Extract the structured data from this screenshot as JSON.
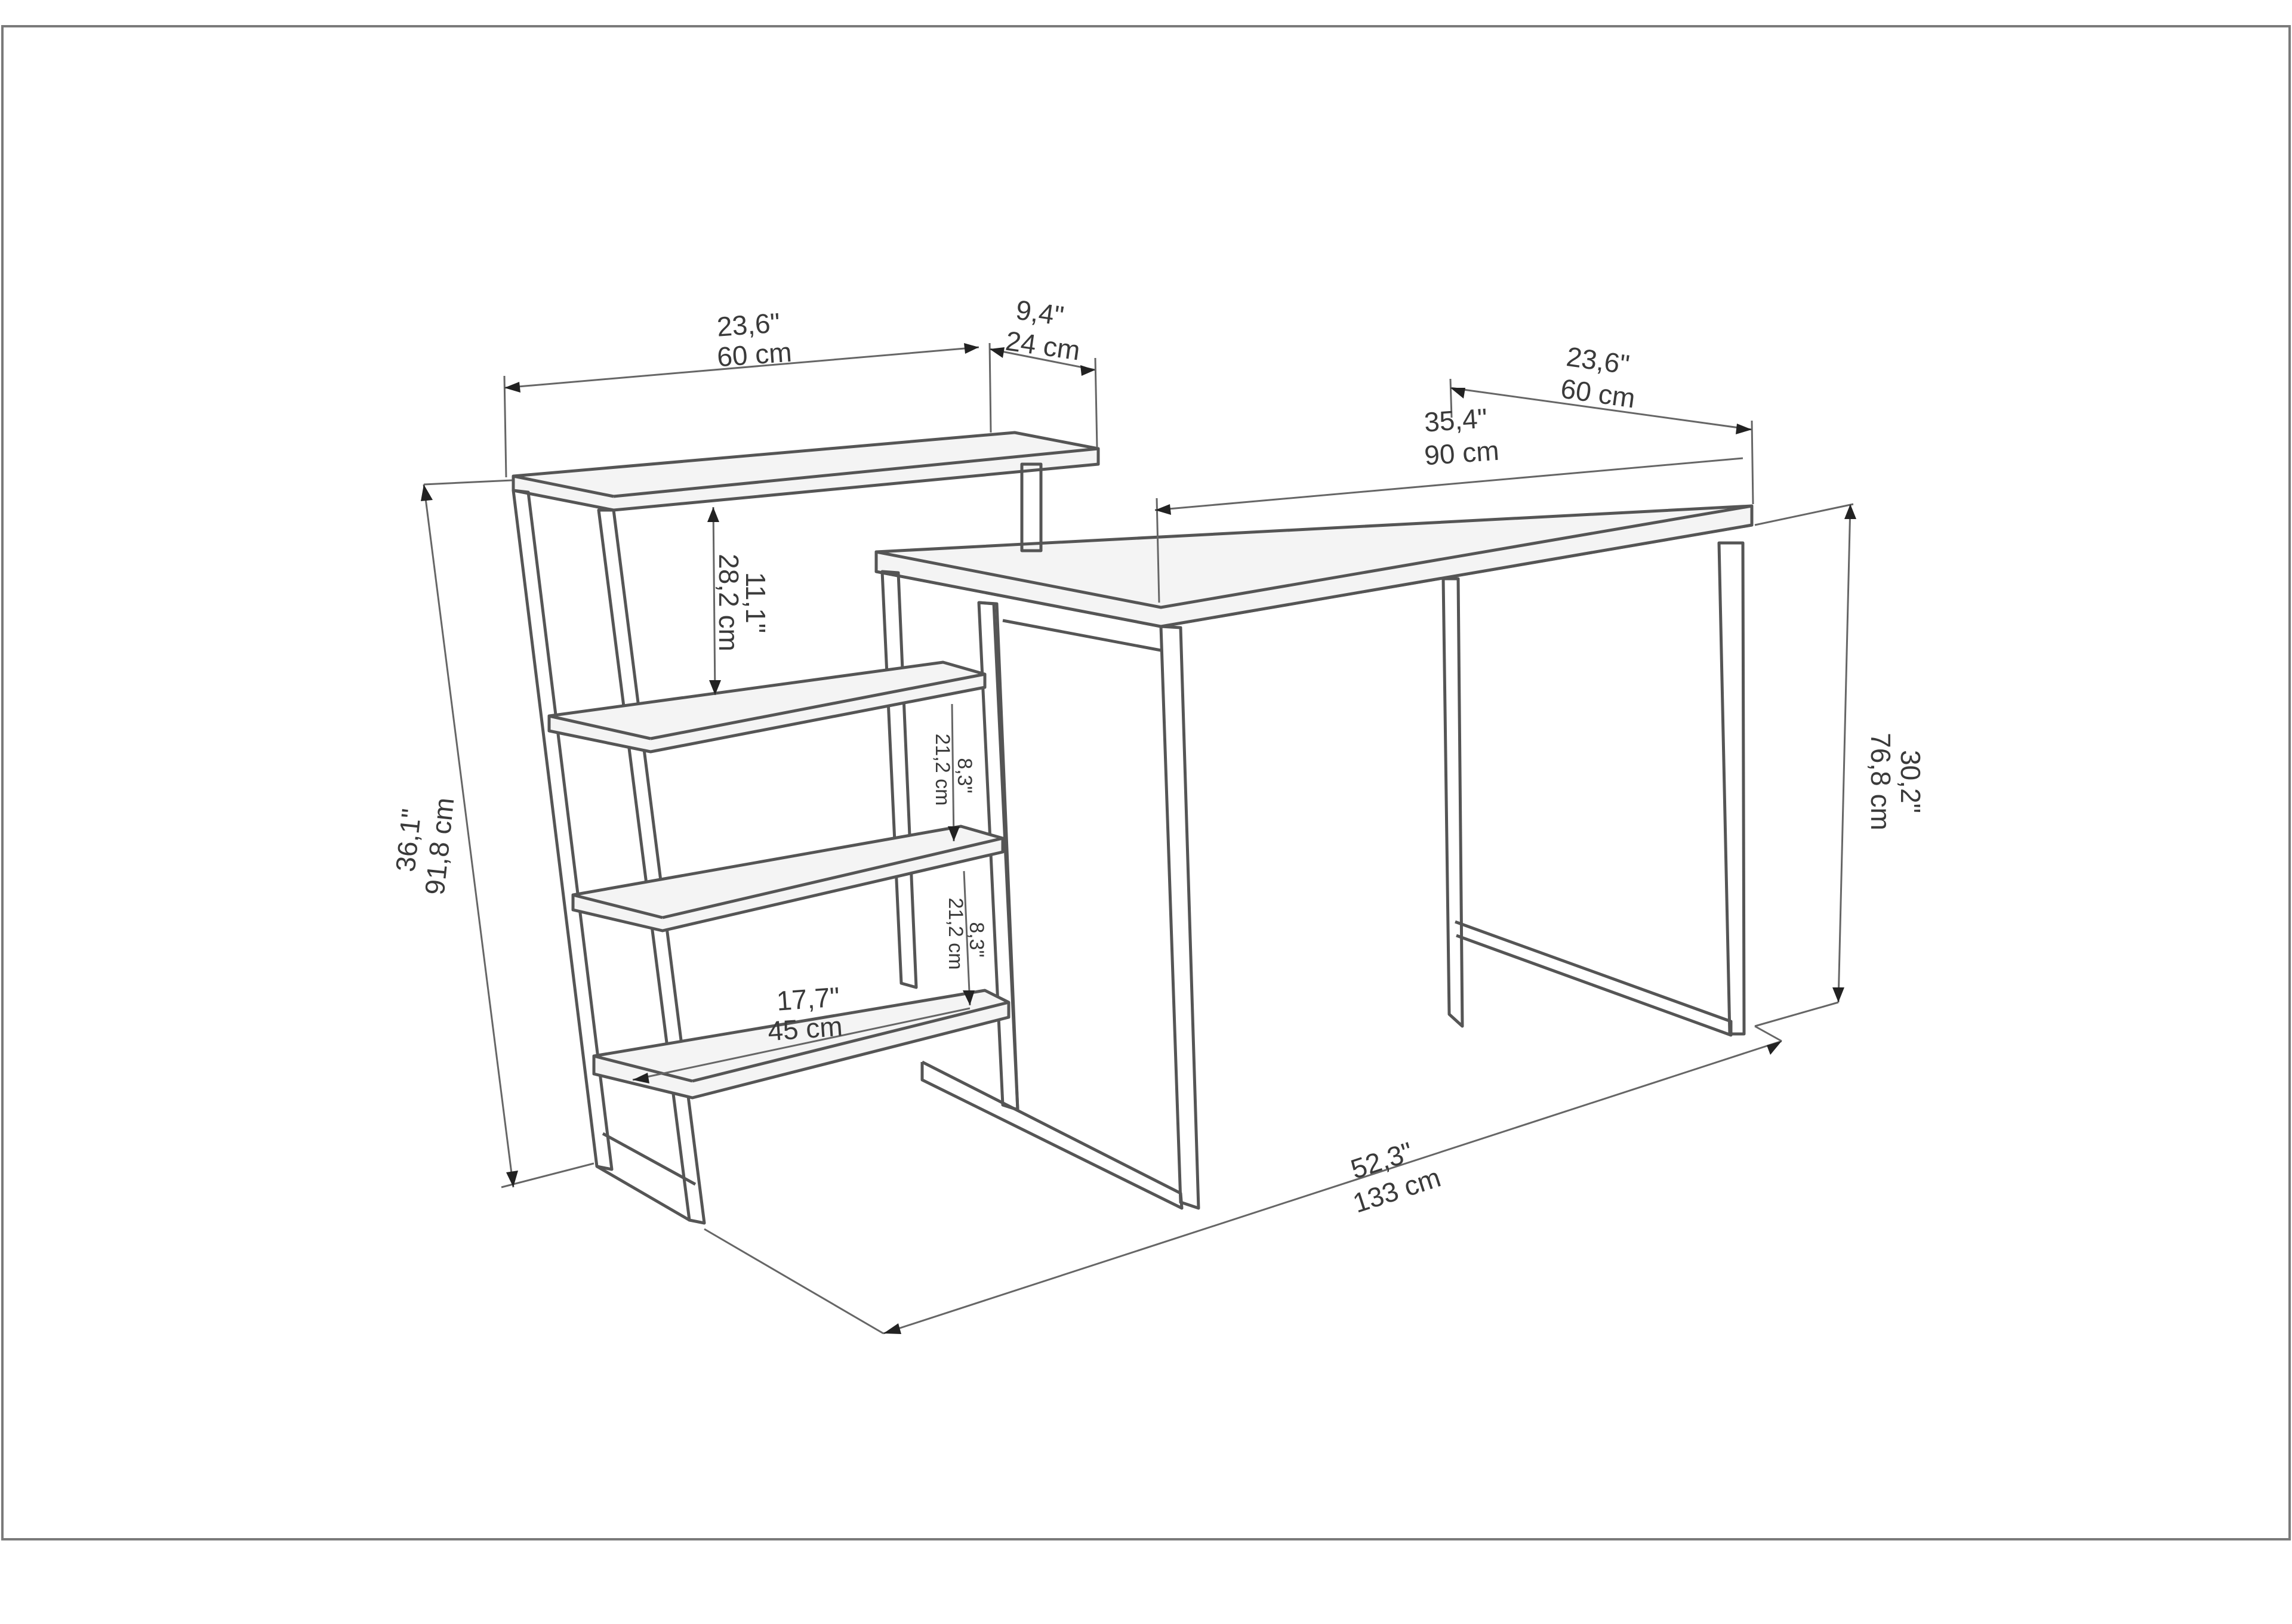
{
  "diagram": {
    "dimensions": {
      "shelf_width": {
        "inch": "23,6\"",
        "cm": "60 cm"
      },
      "top_overhang": {
        "inch": "9,4\"",
        "cm": "24 cm"
      },
      "desk_depth": {
        "inch": "23,6\"",
        "cm": "60 cm"
      },
      "desk_length": {
        "inch": "35,4\"",
        "cm": "90 cm"
      },
      "top_shelf_gap": {
        "inch": "11,1\"",
        "cm": "28,2 cm"
      },
      "shelf_gap_1": {
        "inch": "8,3\"",
        "cm": "21,2 cm"
      },
      "shelf_gap_2": {
        "inch": "8,3\"",
        "cm": "21,2 cm"
      },
      "shelf_depth": {
        "inch": "17,7\"",
        "cm": "45 cm"
      },
      "total_height": {
        "inch": "36,1\"",
        "cm": "91,8 cm"
      },
      "desk_height": {
        "inch": "30,2\"",
        "cm": "76,8 cm"
      },
      "total_length": {
        "inch": "52,3\"",
        "cm": "133 cm"
      }
    }
  }
}
